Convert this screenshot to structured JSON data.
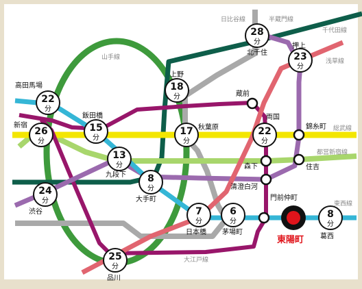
{
  "map_title": "",
  "lines": {
    "hibiya": "日比谷線",
    "hanzomon": "半蔵門線",
    "chiyoda": "千代田線",
    "asakusa": "浅草線",
    "yamanote": "山手線",
    "sobu": "総武線",
    "shinjuku": "都営新宿線",
    "tozai": "東西線",
    "oedo": "大江戸線"
  },
  "stations": {
    "kitasenju": {
      "name": "北千住",
      "minutes": "28",
      "unit": "分"
    },
    "oshiage": {
      "name": "押上",
      "minutes": "23",
      "unit": "分"
    },
    "takadanobaba": {
      "name": "高田馬場",
      "minutes": "22",
      "unit": "分"
    },
    "ueno": {
      "name": "上野",
      "minutes": "18",
      "unit": "分"
    },
    "iidabashi": {
      "name": "飯田橋",
      "minutes": "15",
      "unit": "分"
    },
    "shinjuku": {
      "name": "新宿",
      "minutes": "26",
      "unit": "分"
    },
    "akihabara": {
      "name": "秋葉原",
      "minutes": "17",
      "unit": "分"
    },
    "ryogoku": {
      "name": "両国",
      "minutes": "22",
      "unit": "分"
    },
    "kudanshita": {
      "name": "九段下",
      "minutes": "13",
      "unit": "分"
    },
    "otemachi": {
      "name": "大手町",
      "minutes": "8",
      "unit": "分"
    },
    "shibuya": {
      "name": "渋谷",
      "minutes": "24",
      "unit": "分"
    },
    "nihonbashi": {
      "name": "日本橋",
      "minutes": "7",
      "unit": "分"
    },
    "kayabacho": {
      "name": "茅場町",
      "minutes": "6",
      "unit": "分"
    },
    "kasai": {
      "name": "葛西",
      "minutes": "8",
      "unit": "分"
    },
    "shinagawa": {
      "name": "品川",
      "minutes": "25",
      "unit": "分"
    },
    "kuramae": {
      "name": "蔵前"
    },
    "kinshicho": {
      "name": "錦糸町"
    },
    "morishita": {
      "name": "森下"
    },
    "sumiyoshi": {
      "name": "住吉"
    },
    "kiyosumi": {
      "name": "清澄白河"
    },
    "monzennakacho": {
      "name": "門前仲町"
    },
    "toyocho": {
      "name": "東陽町"
    }
  },
  "colors": {
    "background": "#e8e0cc",
    "map": "#ffffff",
    "yamanote": "#3e9a3c",
    "sobu": "#f3e600",
    "tozai": "#35b6d6",
    "chiyoda": "#0e5e4a",
    "oedo": "#98166a",
    "asakusa": "#e16570",
    "hanzomon": "#9b6aae",
    "hibiya": "#a9a9a9",
    "shinjuku": "#a8d66c",
    "destination": "#e0141b"
  }
}
